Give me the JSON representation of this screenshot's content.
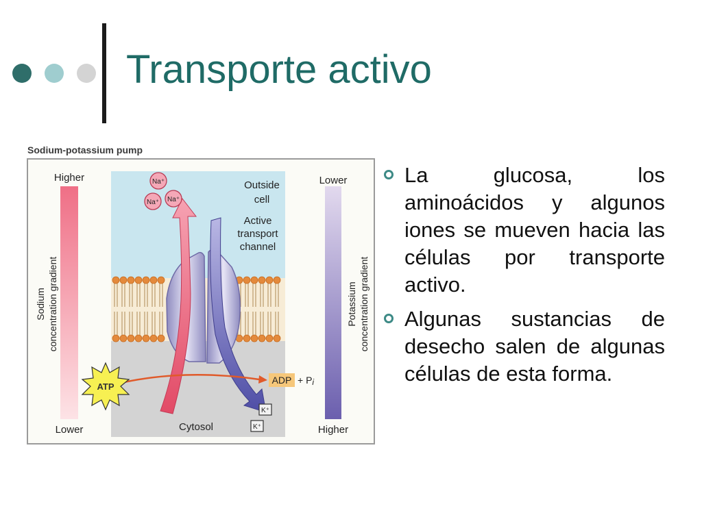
{
  "slide": {
    "title": "Transporte activo",
    "colors": {
      "title": "#1f6b66",
      "dot_dark": "#2f6e6a",
      "dot_mid": "#9fcdcf",
      "dot_light": "#d4d4d4",
      "bullet_mark": "#3d8a86"
    }
  },
  "diagram": {
    "heading": "Sodium-potassium pump",
    "left_gradient": {
      "top": "Higher",
      "bottom": "Lower",
      "label_line1": "Sodium",
      "label_line2": "concentration gradient"
    },
    "right_gradient": {
      "top": "Lower",
      "bottom": "Higher",
      "label_line1": "Potassium",
      "label_line2": "concentration gradient"
    },
    "outside_line1": "Outside",
    "outside_line2": "cell",
    "channel_line1": "Active",
    "channel_line2": "transport",
    "channel_line3": "channel",
    "ion_na": "Na⁺",
    "ion_k": "K⁺",
    "atp": "ATP",
    "adp": "ADP",
    "pi": "+ P",
    "pi_sub": "i",
    "cytosol": "Cytosol"
  },
  "bullets": [
    {
      "text": "La glucosa, los aminoácidos y algunos iones se mueven hacia las células por transporte activo."
    },
    {
      "text": "Algunas sustancias de desecho salen de algunas células de esta forma."
    }
  ]
}
